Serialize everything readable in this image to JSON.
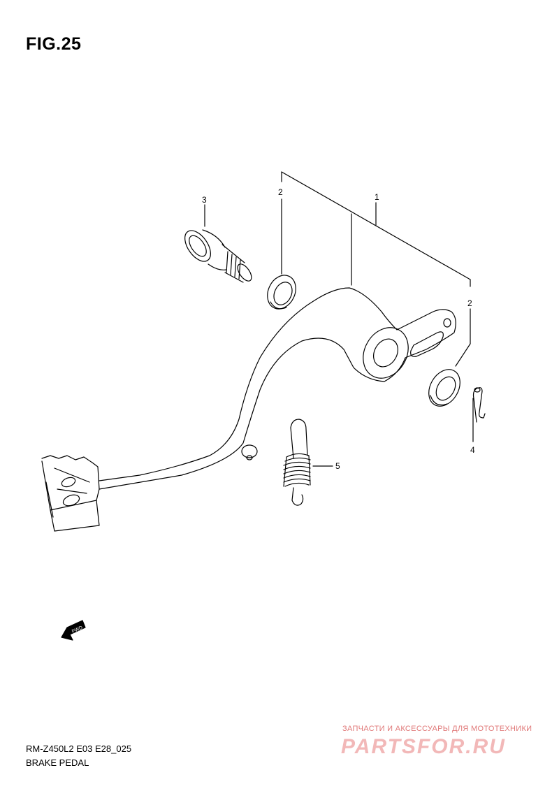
{
  "figure": {
    "title": "FIG.25"
  },
  "callouts": {
    "c1": "1",
    "c2a": "2",
    "c2b": "2",
    "c3": "3",
    "c4": "4",
    "c5": "5"
  },
  "fwd_label": "FWD",
  "footer": {
    "model": "RM-Z450L2 E03 E28_025",
    "name": "BRAKE PEDAL"
  },
  "watermark": {
    "tagline": "ЗАПЧАСТИ И АКСЕССУАРЫ ДЛЯ МОТОТЕХНИКИ",
    "logo": "PARTSFOR.RU"
  }
}
